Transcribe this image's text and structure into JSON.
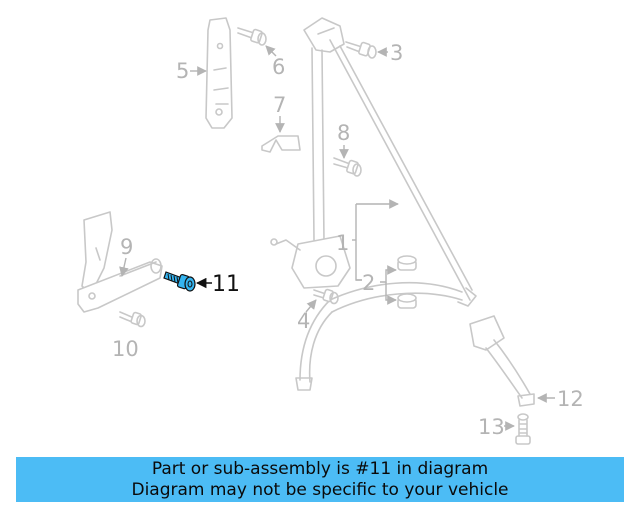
{
  "diagram": {
    "callouts": {
      "c1": "1",
      "c2": "2",
      "c3": "3",
      "c4": "4",
      "c5": "5",
      "c6": "6",
      "c7": "7",
      "c8": "8",
      "c9": "9",
      "c10": "10",
      "c11": "11",
      "c12": "12",
      "c13": "13"
    },
    "highlighted_part": "11",
    "colors": {
      "muted": "#c8c8c8",
      "highlight": "#34b4f0",
      "banner": "#4cbcf5"
    }
  },
  "banner": {
    "line1": "Part or sub-assembly is #11 in diagram",
    "line2": "Diagram may not be specific to your vehicle"
  }
}
